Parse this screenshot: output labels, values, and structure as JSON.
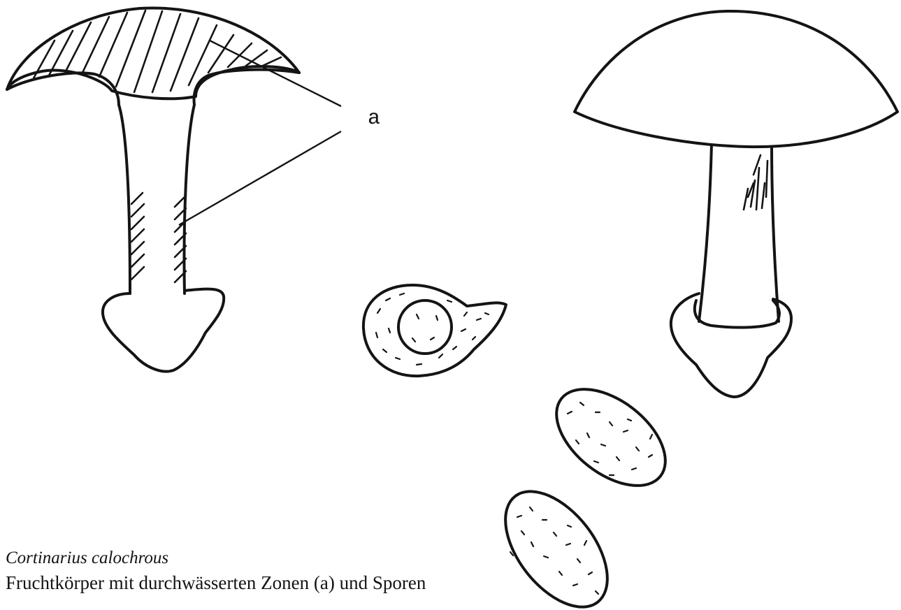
{
  "figure": {
    "label_a": "a",
    "caption_species": "Cortinarius calochrous",
    "caption_text": "Fruchtkörper mit durchwässerten Zonen (a) und Sporen"
  }
}
